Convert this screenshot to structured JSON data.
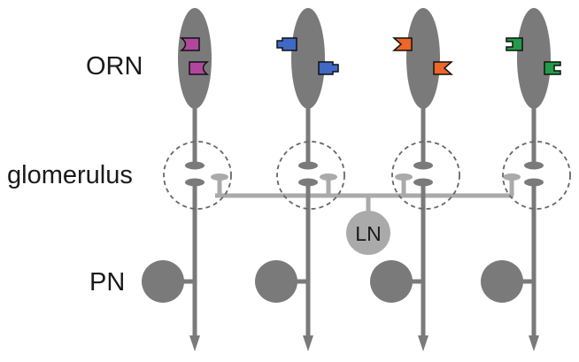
{
  "labels": {
    "orn": "ORN",
    "glomerulus": "glomerulus",
    "pn": "PN",
    "ln": "LN"
  },
  "colors": {
    "neuron": "#7a7a7a",
    "ln": "#aaaaaa",
    "glomerulus_outline": "#666666",
    "receptors": [
      "#b0479c",
      "#3f69c4",
      "#ee6628",
      "#239b48"
    ]
  },
  "channels": [
    {
      "receptor_color": "#b0479c",
      "receptor_shape": "crescent-notch"
    },
    {
      "receptor_color": "#3f69c4",
      "receptor_shape": "plug-tab"
    },
    {
      "receptor_color": "#ee6628",
      "receptor_shape": "v-notch"
    },
    {
      "receptor_color": "#239b48",
      "receptor_shape": "square-notch"
    }
  ]
}
